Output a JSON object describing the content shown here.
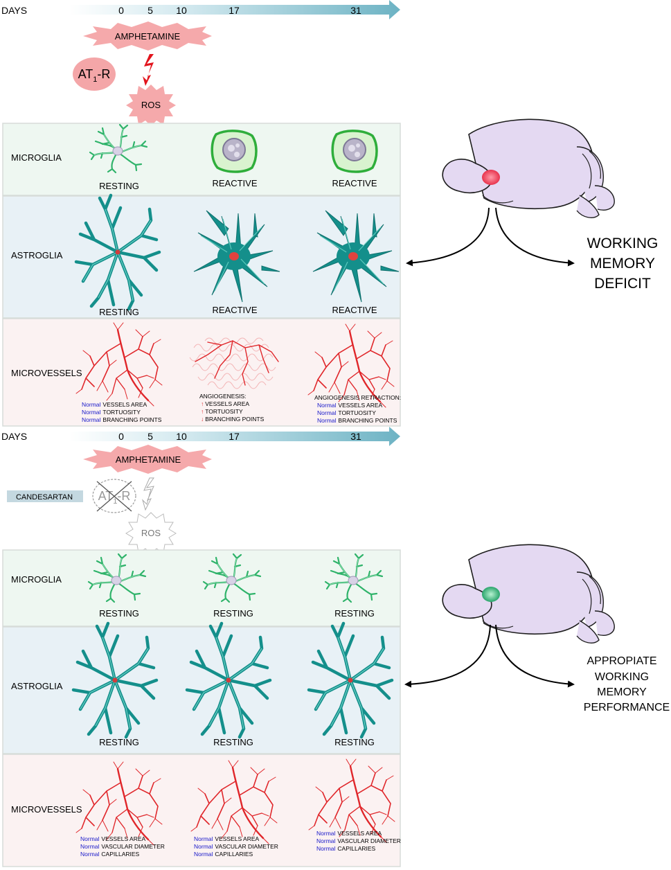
{
  "colors": {
    "timeline_arrow": "#6db3c4",
    "microglia_panel": "#eef7f1",
    "astroglia_panel": "#e8f1f6",
    "microvessel_panel": "#fbf2f2",
    "microglia_cell": "#2fb36a",
    "astroglia_cell": "#138f8c",
    "vessel_red": "#e0262a",
    "normal_blue": "#1717c9",
    "burst_pink": "#f5a9ab",
    "brain_fill": "#e4d9f2",
    "lesion_red": "#f04f63",
    "lesion_green": "#5fcf9a",
    "candesartan_bar": "#c4d8e0"
  },
  "top": {
    "timeline": {
      "label": "DAYS",
      "ticks": [
        "0",
        "5",
        "10",
        "17",
        "31"
      ]
    },
    "amphetamine": "AMPHETAMINE",
    "receptor": {
      "base": "AT",
      "sub": "1",
      "tail": "-R"
    },
    "ros": "ROS",
    "rows": {
      "microglia": {
        "label": "MICROGLIA",
        "states": [
          "RESTING",
          "REACTIVE",
          "REACTIVE"
        ]
      },
      "astroglia": {
        "label": "ASTROGLIA",
        "states": [
          "RESTING",
          "REACTIVE",
          "REACTIVE"
        ]
      },
      "microvessels": {
        "label": "MICROVESSELS",
        "col1": {
          "n1": "Normal",
          "t1": "VESSELS AREA",
          "n2": "Normal",
          "t2": "TORTUOSITY",
          "n3": "Normal",
          "t3": "BRANCHING POINTS"
        },
        "col2": {
          "title": "ANGIOGENESIS:",
          "a1": "↑",
          "t1": "VESSELS AREA",
          "a2": "↑",
          "t2": "TORTUOSITY",
          "a3": "↓",
          "t3": "BRANCHING POINTS"
        },
        "col3": {
          "title": "ANGIOGENESIS RETRACTION:",
          "n1": "Normal",
          "t1": "VESSELS AREA",
          "n2": "Normal",
          "t2": "TORTUOSITY",
          "n3": "Normal",
          "t3": "BRANCHING POINTS"
        }
      }
    },
    "outcome": [
      "WORKING",
      "MEMORY",
      "DEFICIT"
    ]
  },
  "bottom": {
    "timeline": {
      "label": "DAYS",
      "ticks": [
        "0",
        "5",
        "10",
        "17",
        "31"
      ]
    },
    "amphetamine": "AMPHETAMINE",
    "candesartan": "CANDESARTAN",
    "receptor": {
      "base": "AT",
      "sub": "1",
      "tail": "-R"
    },
    "ros": "ROS",
    "rows": {
      "microglia": {
        "label": "MICROGLIA",
        "states": [
          "RESTING",
          "RESTING",
          "RESTING"
        ]
      },
      "astroglia": {
        "label": "ASTROGLIA",
        "states": [
          "RESTING",
          "RESTING",
          "RESTING"
        ]
      },
      "microvessels": {
        "label": "MICROVESSELS",
        "cols": [
          {
            "n1": "Normal",
            "t1": "VESSELS AREA",
            "n2": "Normal",
            "t2": "VASCULAR DIAMETER",
            "n3": "Normal",
            "t3": "CAPILLARIES"
          },
          {
            "n1": "Normal",
            "t1": "VESSELS AREA",
            "n2": "Normal",
            "t2": "VASCULAR DIAMETER",
            "n3": "Normal",
            "t3": "CAPILLARIES"
          },
          {
            "n1": "Normal",
            "t1": "VESSELS AREA",
            "n2": "Normal",
            "t2": "VASCULAR DIAMETER",
            "n3": "Normal",
            "t3": "CAPILLARIES"
          }
        ]
      }
    },
    "outcome": [
      "APPROPIATE",
      "WORKING",
      "MEMORY",
      "PERFORMANCE"
    ]
  }
}
